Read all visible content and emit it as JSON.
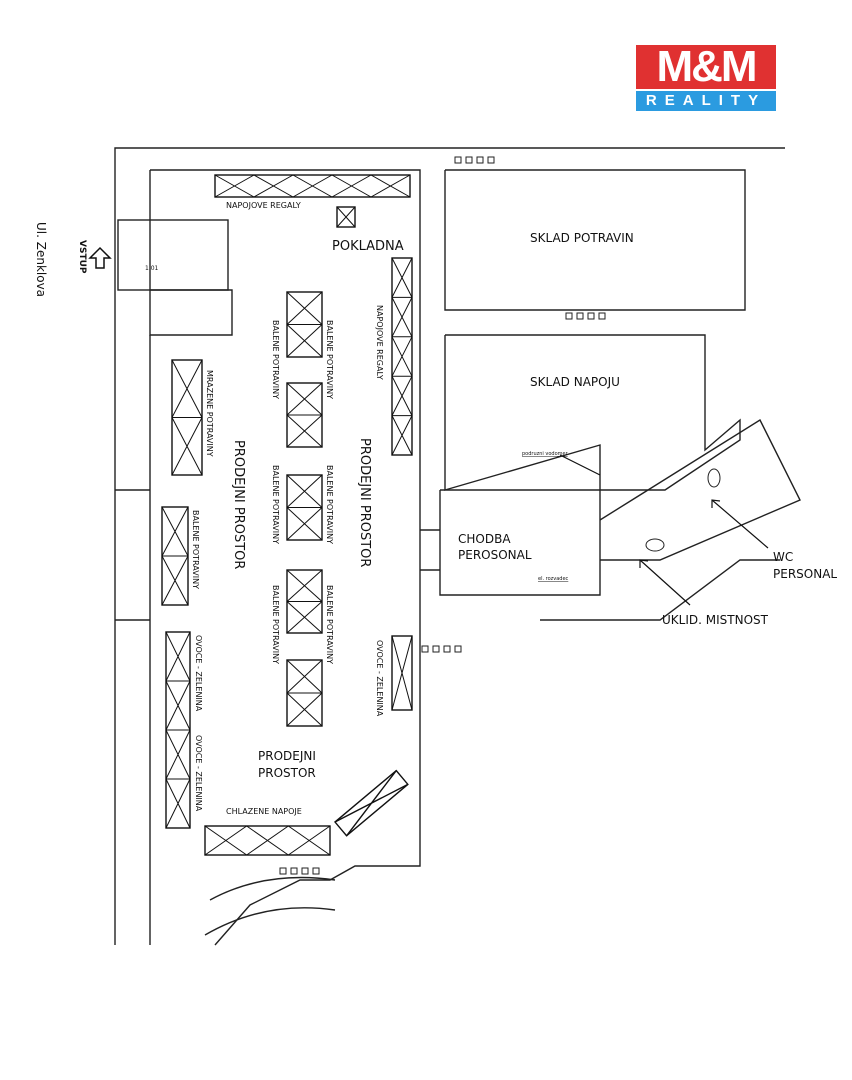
{
  "logo": {
    "brand": "M&M",
    "sub": "REALITY",
    "colors": {
      "red": "#e03131",
      "blue": "#2b9be0"
    }
  },
  "street": "Ul. Zenklova",
  "entrance": "VSTUP",
  "stair_label": "1.01",
  "rooms": {
    "pokladna": "POKLADNA",
    "prodejni_1": "PRODEJNI PROSTOR",
    "prodejni_2": "PRODEJNI PROSTOR",
    "prodejni_3_line1": "PRODEJNI",
    "prodejni_3_line2": "PROSTOR",
    "sklad_potravin": "SKLAD POTRAVIN",
    "sklad_napoju": "SKLAD NAPOJU",
    "chodba_line1": "CHODBA",
    "chodba_line2": "PEROSONAL",
    "wc_line1": "WC",
    "wc_line2": "PERSONAL",
    "uklid": "UKLID. MISTNOST"
  },
  "fixtures": {
    "napojove_top": "NAPOJOVE REGALY",
    "napojove_side": "NAPOJOVE REGALY",
    "mrazene": "MRAZENE POTRAVINY",
    "balene": [
      "BALENE POTRAVINY",
      "BALENE POTRAVINY",
      "BALENE POTRAVINY",
      "BALENE POTRAVINY",
      "BALENE POTRAVINY",
      "BALENE POTRAVINY",
      "BALENE POTRAVINY"
    ],
    "ovoce": [
      "OVOCE - ZELENINA",
      "OVOCE - ZELENINA",
      "OVOCE - ZELENINA"
    ],
    "chlazene": "CHLAZENE NAPOJE",
    "vodomer": "podruzni vodomer",
    "rozvadec": "el. rozvadec"
  }
}
